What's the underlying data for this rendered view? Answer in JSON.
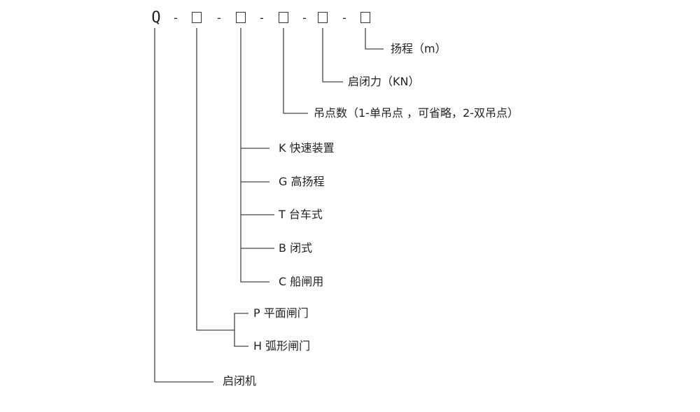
{
  "code": {
    "prefix": "Q",
    "separator": "-"
  },
  "labels": {
    "lift": "扬程（m）",
    "force": "启闭力（KN）",
    "points": "吊点数（1-单吊点 ，可省略，2-双吊点）",
    "k": "K 快速装置",
    "g": "G 高扬程",
    "t": "T 台车式",
    "b": "B 闭式",
    "c": "C 船闸用",
    "p": "P 平面闸门",
    "h": "H 弧形闸门",
    "machine": "启闭机"
  }
}
